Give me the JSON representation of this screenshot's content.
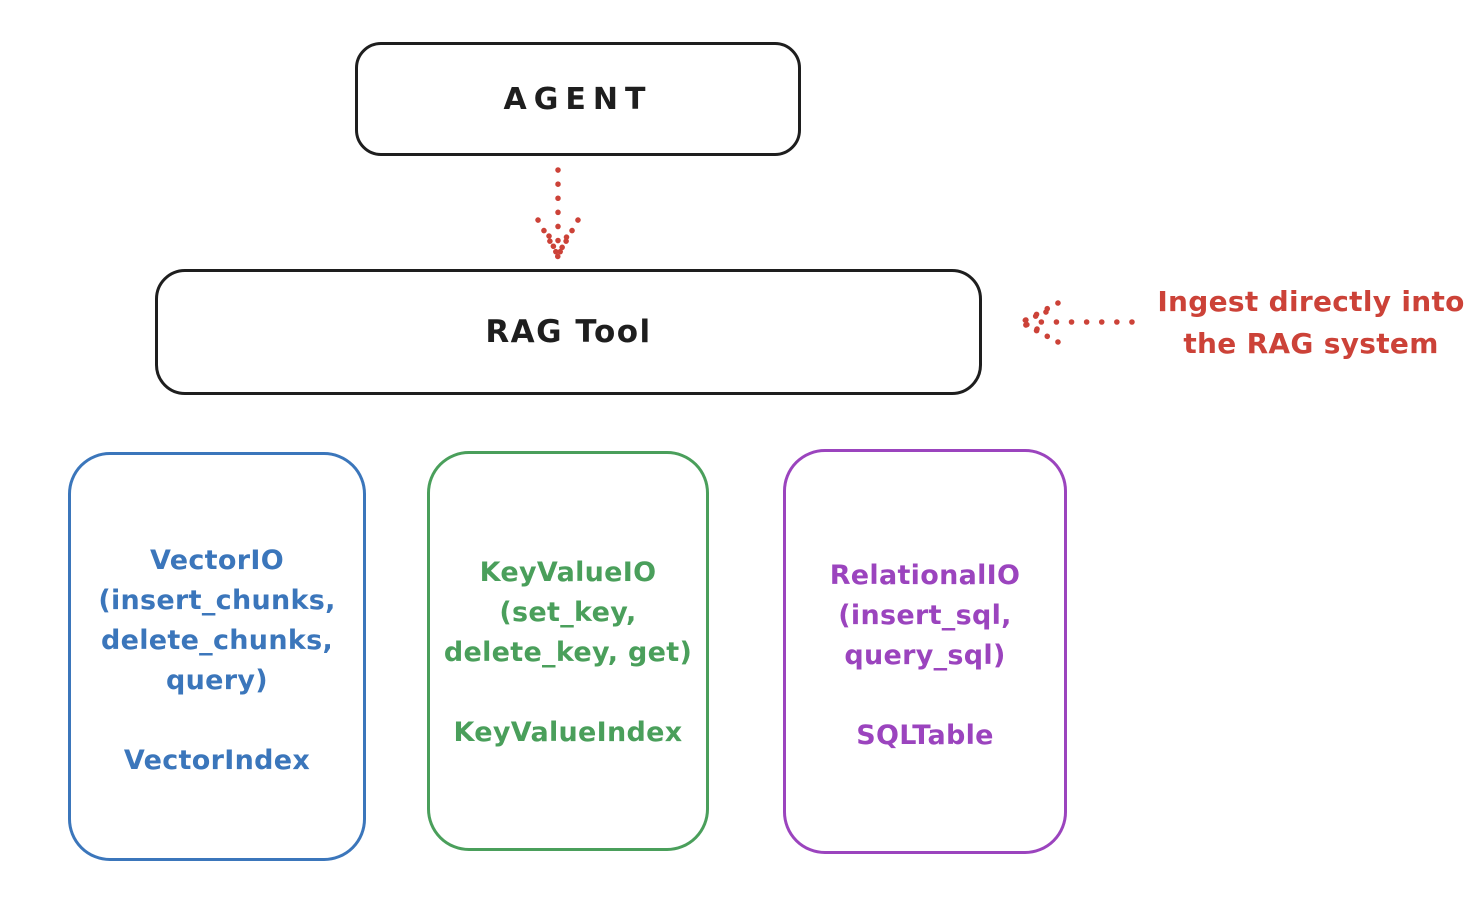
{
  "diagram": {
    "title_hint": "RAG tool architecture sketch",
    "agent_node": {
      "label": "AGENT"
    },
    "rag_tool_node": {
      "label": "RAG Tool"
    },
    "annotation": {
      "lines": [
        "Ingest directly into",
        "the RAG system"
      ],
      "color": "#cc4238",
      "arrow": "dotted-arrow-pointing-left-at-rag-tool"
    },
    "agent_to_rag_arrow": "dotted-red-arrow-down",
    "io_nodes": [
      {
        "id": "vector-io",
        "color": "#3b76bb",
        "method_lines": [
          "VectorIO",
          "(insert_chunks,",
          "delete_chunks,",
          "query)"
        ],
        "index_label": "VectorIndex"
      },
      {
        "id": "keyvalue-io",
        "color": "#4a9f5b",
        "method_lines": [
          "KeyValueIO",
          "(set_key,",
          "delete_key, get)"
        ],
        "index_label": "KeyValueIndex"
      },
      {
        "id": "relational-io",
        "color": "#9b44be",
        "method_lines": [
          "RelationalIO",
          "(insert_sql,",
          "query_sql)"
        ],
        "index_label": "SQLTable"
      }
    ],
    "colors": {
      "stroke_black": "#1e1e1e",
      "arrow_red": "#cc4238",
      "background": "#ffffff"
    }
  }
}
